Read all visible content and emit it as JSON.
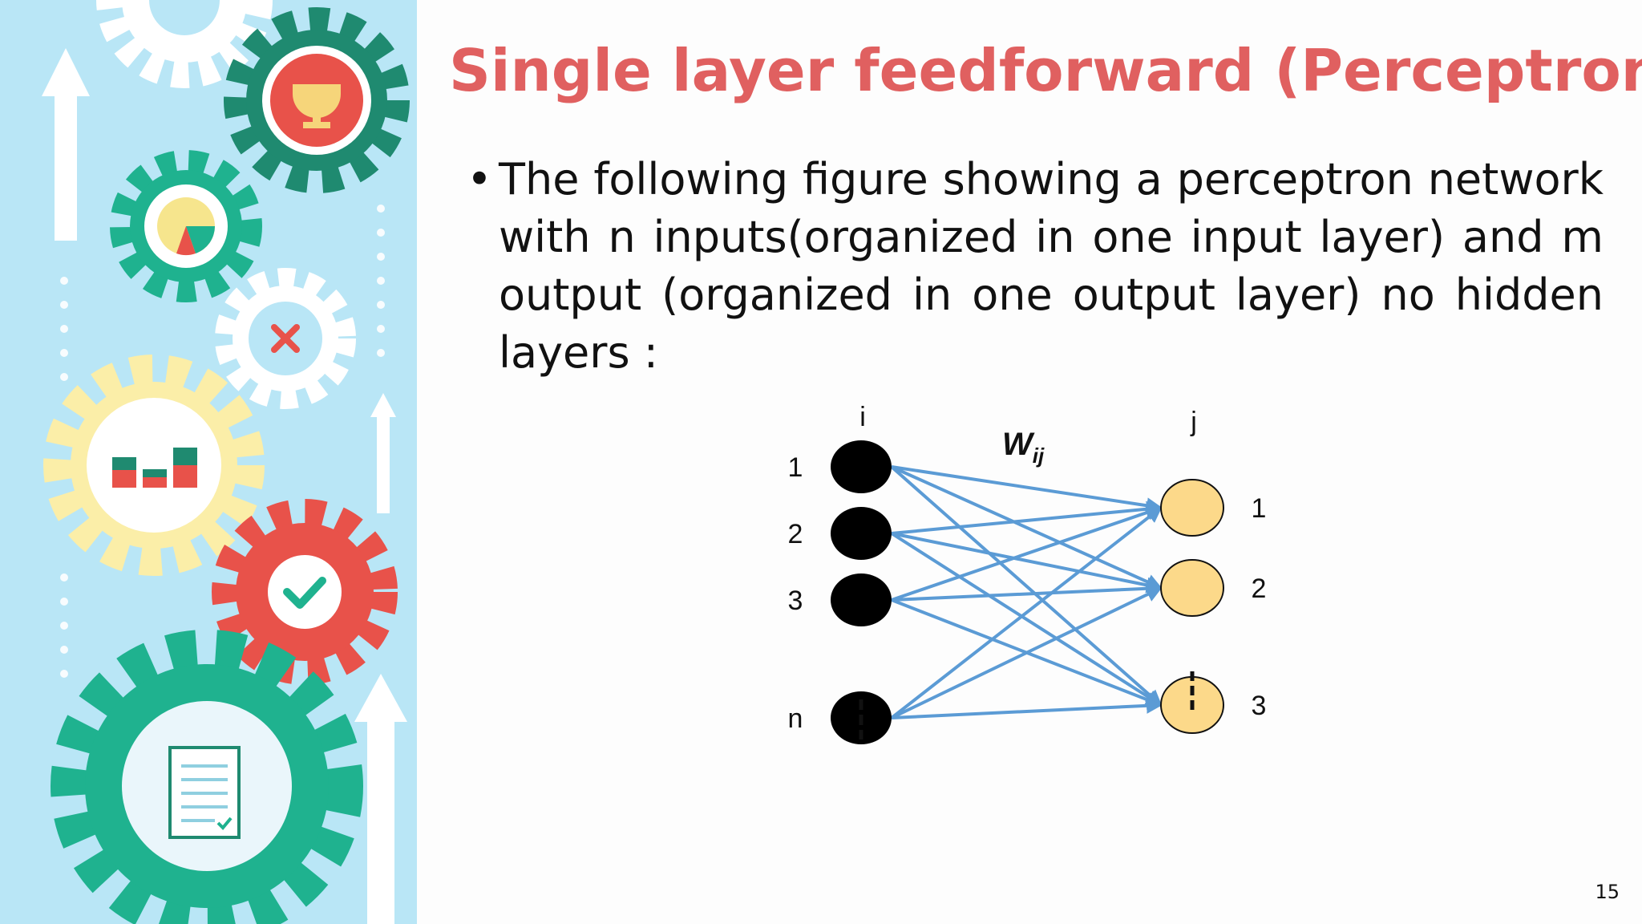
{
  "slide": {
    "title": "Single layer feedforward (Perceptron)",
    "bullet_symbol": "•",
    "bullet_text": "The following figure showing a perceptron network with n inputs(organized in one input layer) and m output (organized in one output layer) no hidden layers :",
    "page_number": "15"
  },
  "network": {
    "input_header": "i",
    "output_header": "j",
    "weight_label_main": "W",
    "weight_label_sub": "ij",
    "input_labels": [
      "1",
      "2",
      "3",
      "n"
    ],
    "output_labels": [
      "1",
      "2",
      "3"
    ],
    "input_color": "#000000",
    "output_color": "#fcd98a",
    "edge_color": "#5b9bd5"
  },
  "colors": {
    "title": "#e06060",
    "sidebar_bg": "#b9e6f6"
  },
  "sidebar_icons": [
    "trophy-icon",
    "pie-chart-icon",
    "close-icon",
    "bar-chart-icon",
    "check-icon",
    "clipboard-icon"
  ]
}
